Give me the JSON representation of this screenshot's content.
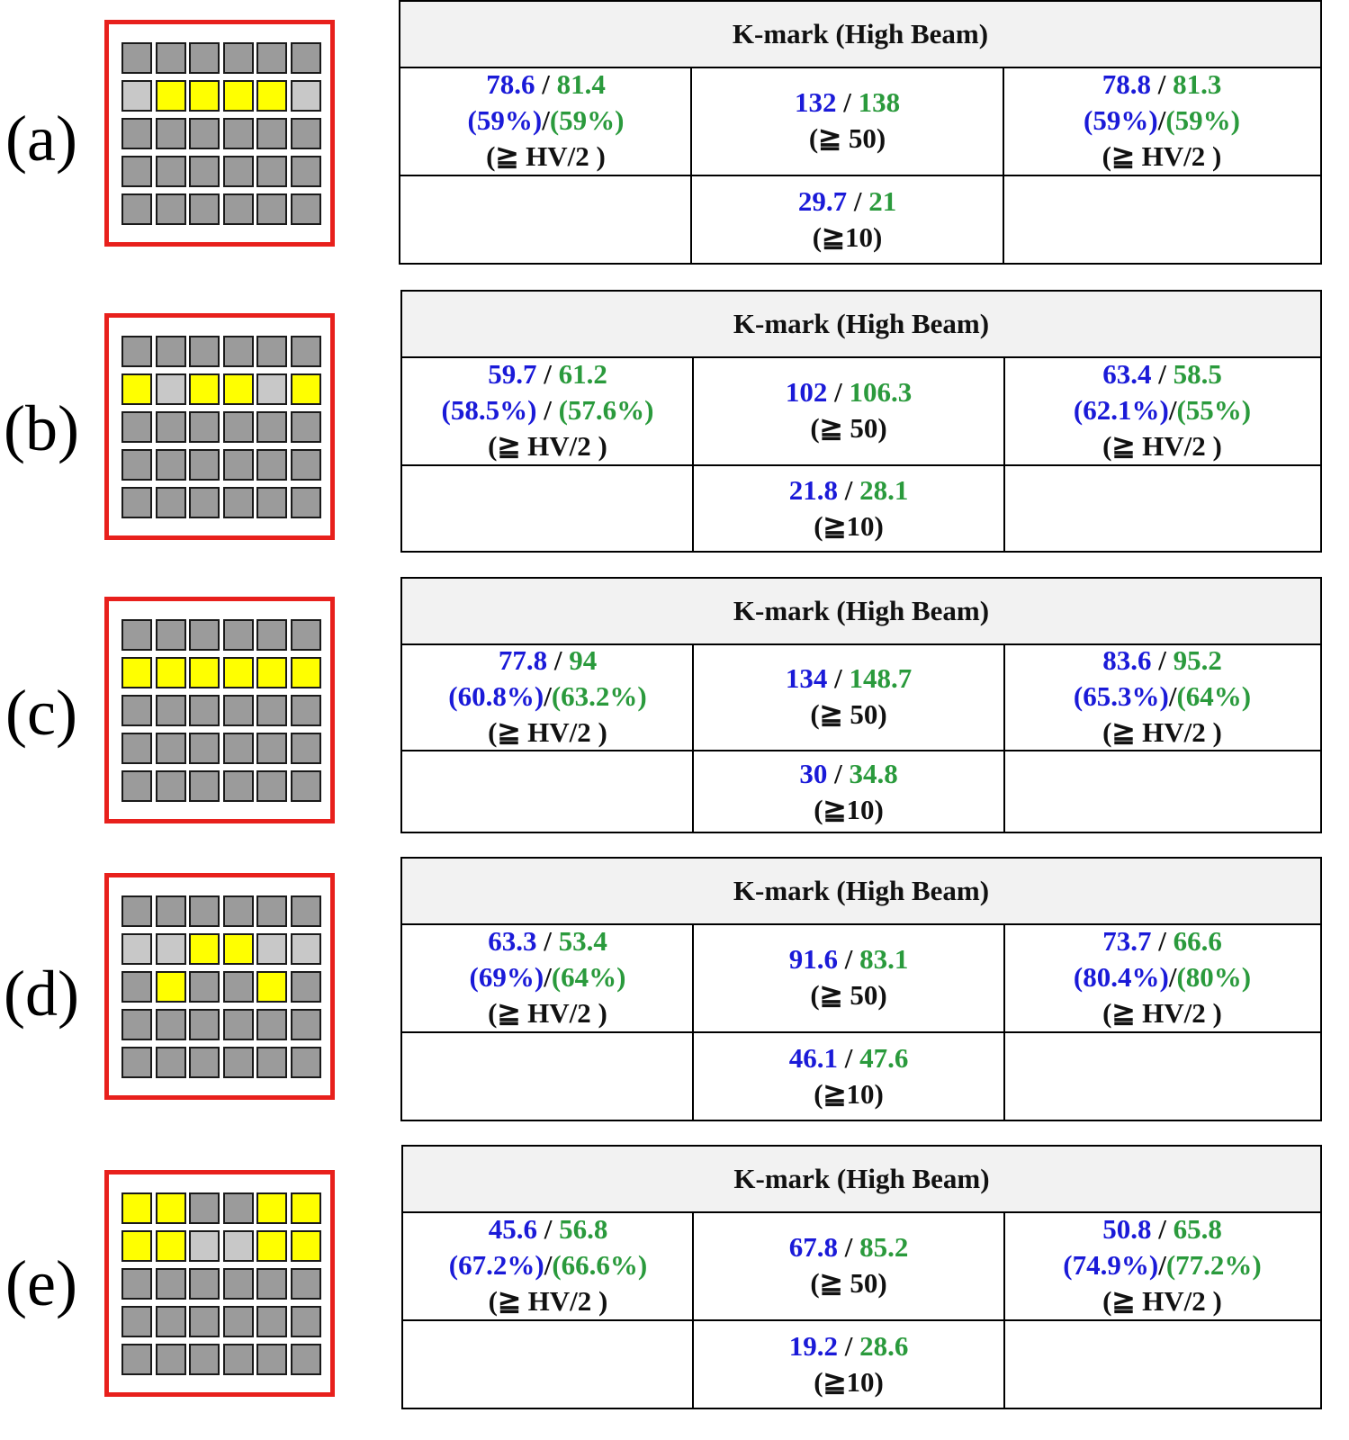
{
  "colors": {
    "blue": "#1a1ad8",
    "green": "#2a9a3c",
    "frame": "#e8201c",
    "lit_led": "#ffff00",
    "off_led": "#9b9b9b"
  },
  "panels": [
    {
      "label": "(a)",
      "grid": [
        "dddddd",
        "l****l",
        "dddddd",
        "dddddd",
        "dddddd"
      ],
      "title": "K-mark (High Beam)",
      "left": {
        "blue": "78.6",
        "green": "81.4",
        "blue_pct": "(59%)",
        "green_pct": "(59%)",
        "req": "(≧ HV/2 )"
      },
      "center": {
        "blue": "132",
        "green": "138",
        "req": "(≧ 50)"
      },
      "right": {
        "blue": "78.8",
        "green": "81.3",
        "blue_pct": "(59%)",
        "green_pct": "(59%)",
        "req": "(≧ HV/2 )"
      },
      "bottom": {
        "blue": "29.7",
        "green": "21",
        "req": "(≧10)"
      }
    },
    {
      "label": "(b)",
      "grid": [
        "dddddd",
        "*l**l*",
        "dddddd",
        "dddddd",
        "dddddd"
      ],
      "title": "K-mark (High Beam)",
      "left": {
        "blue": "59.7",
        "green": "61.2",
        "blue_pct": "(58.5%)",
        "green_pct": "(57.6%)",
        "req": "(≧ HV/2 )"
      },
      "center": {
        "blue": "102",
        "green": "106.3",
        "req": "(≧ 50)"
      },
      "right": {
        "blue": "63.4",
        "green": "58.5",
        "blue_pct": "(62.1%)",
        "green_pct": "(55%)",
        "req": "(≧ HV/2 )"
      },
      "bottom": {
        "blue": "21.8",
        "green": "28.1",
        "req": "(≧10)"
      }
    },
    {
      "label": "(c)",
      "grid": [
        "dddddd",
        "******",
        "dddddd",
        "dddddd",
        "dddddd"
      ],
      "title": "K-mark (High Beam)",
      "left": {
        "blue": "77.8",
        "green": "94",
        "blue_pct": "(60.8%)",
        "green_pct": "(63.2%)",
        "req": "(≧ HV/2 )"
      },
      "center": {
        "blue": "134",
        "green": "148.7",
        "req": "(≧ 50)"
      },
      "right": {
        "blue": "83.6",
        "green": "95.2",
        "blue_pct": "(65.3%)",
        "green_pct": "(64%)",
        "req": "(≧ HV/2 )"
      },
      "bottom": {
        "blue": "30",
        "green": "34.8",
        "req": "(≧10)"
      }
    },
    {
      "label": "(d)",
      "grid": [
        "dddddd",
        "ll**ll",
        "d*dd*d",
        "dddddd",
        "dddddd"
      ],
      "title": "K-mark (High Beam)",
      "left": {
        "blue": "63.3",
        "green": "53.4",
        "blue_pct": "(69%)",
        "green_pct": "(64%)",
        "req": "(≧ HV/2 )"
      },
      "center": {
        "blue": "91.6",
        "green": "83.1",
        "req": "(≧ 50)"
      },
      "right": {
        "blue": "73.7",
        "green": "66.6",
        "blue_pct": "(80.4%)",
        "green_pct": "(80%)",
        "req": "(≧ HV/2 )"
      },
      "bottom": {
        "blue": "46.1",
        "green": "47.6",
        "req": "(≧10)"
      }
    },
    {
      "label": "(e)",
      "grid": [
        "**dd**",
        "**ll**",
        "dddddd",
        "dddddd",
        "dddddd"
      ],
      "title": "K-mark (High Beam)",
      "left": {
        "blue": "45.6",
        "green": "56.8",
        "blue_pct": "(67.2%)",
        "green_pct": "(66.6%)",
        "req": "(≧ HV/2 )"
      },
      "center": {
        "blue": "67.8",
        "green": "85.2",
        "req": "(≧ 50)"
      },
      "right": {
        "blue": "50.8",
        "green": "65.8",
        "blue_pct": "(74.9%)",
        "green_pct": "(77.2%)",
        "req": "(≧ HV/2 )"
      },
      "bottom": {
        "blue": "19.2",
        "green": "28.6",
        "req": "(≧10)"
      }
    }
  ]
}
